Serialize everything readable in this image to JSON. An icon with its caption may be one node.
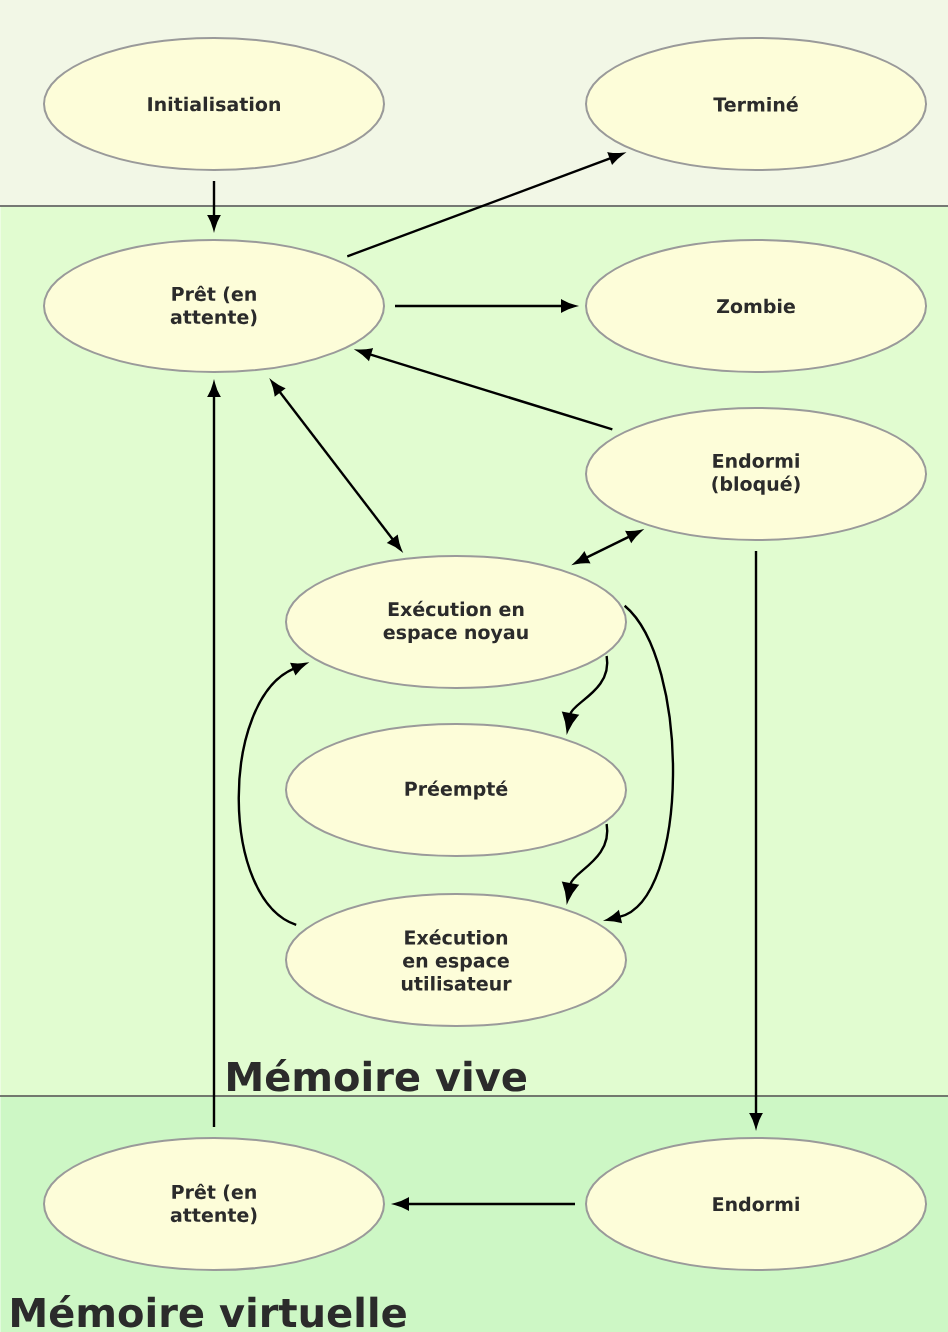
{
  "diagram": {
    "nodes": [
      {
        "text": [
          "Initialisation"
        ]
      },
      {
        "text": [
          "Terminé"
        ]
      },
      {
        "text": [
          "Mémoire vive"
        ]
      },
      {
        "text": [
          "Prêt (en attente)"
        ],
        "in": 2
      },
      {
        "text": [
          "Zombie"
        ],
        "in": 2
      },
      {
        "text": [
          "Endormi (bloqué)"
        ],
        "in": 2
      },
      {
        "text": [
          "Exécution en espace noyau"
        ],
        "in": 2
      },
      {
        "text": [
          "Préempté"
        ],
        "in": 2
      },
      {
        "text": [
          "Exécution en espace utilisateur"
        ],
        "in": 2
      },
      {
        "text": [
          "Mémoire virtuelle"
        ]
      },
      {
        "text": [
          "Prêt (en attente)"
        ],
        "in": 9
      },
      {
        "text": [
          "Endormi"
        ],
        "in": 9
      }
    ],
    "edges": [
      {
        "from": 0,
        "to": 3,
        "arrow": "to"
      },
      {
        "from": 3,
        "to": 1,
        "arrow": "to"
      },
      {
        "from": 3,
        "to": 4,
        "arrow": "to"
      },
      {
        "from": 5,
        "to": 3,
        "arrow": "to"
      },
      {
        "from": 3,
        "to": 6,
        "arrow": "both"
      },
      {
        "from": 6,
        "to": 5,
        "arrow": "both"
      },
      {
        "from": 6,
        "to": 7,
        "arrow": "to"
      },
      {
        "from": 7,
        "to": 8,
        "arrow": "to"
      },
      {
        "from": 6,
        "to": 8,
        "arrow": "to"
      },
      {
        "from": 8,
        "to": 6,
        "arrow": "to"
      },
      {
        "from": 5,
        "to": 11,
        "arrow": "to"
      },
      {
        "from": 11,
        "to": 10,
        "arrow": "to"
      },
      {
        "from": 10,
        "to": 3,
        "arrow": "to"
      }
    ]
  }
}
